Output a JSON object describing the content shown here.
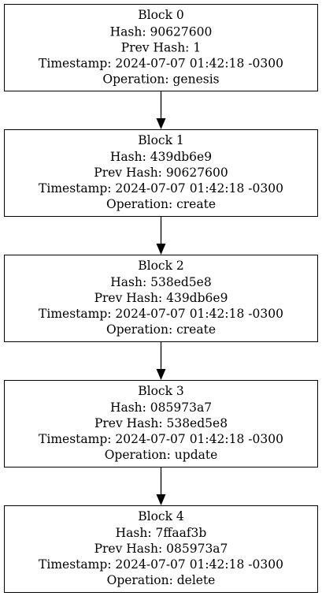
{
  "diagram": {
    "blocks": [
      {
        "title": "Block 0",
        "hash": "Hash: 90627600",
        "prev_hash": "Prev Hash: 1",
        "timestamp": "Timestamp: 2024-07-07 01:42:18 -0300",
        "operation": "Operation: genesis"
      },
      {
        "title": "Block 1",
        "hash": "Hash: 439db6e9",
        "prev_hash": "Prev Hash: 90627600",
        "timestamp": "Timestamp: 2024-07-07 01:42:18 -0300",
        "operation": "Operation: create"
      },
      {
        "title": "Block 2",
        "hash": "Hash: 538ed5e8",
        "prev_hash": "Prev Hash: 439db6e9",
        "timestamp": "Timestamp: 2024-07-07 01:42:18 -0300",
        "operation": "Operation: create"
      },
      {
        "title": "Block 3",
        "hash": "Hash: 085973a7",
        "prev_hash": "Prev Hash: 538ed5e8",
        "timestamp": "Timestamp: 2024-07-07 01:42:18 -0300",
        "operation": "Operation: update"
      },
      {
        "title": "Block 4",
        "hash": "Hash: 7ffaaf3b",
        "prev_hash": "Prev Hash: 085973a7",
        "timestamp": "Timestamp: 2024-07-07 01:42:18 -0300",
        "operation": "Operation: delete"
      }
    ]
  }
}
